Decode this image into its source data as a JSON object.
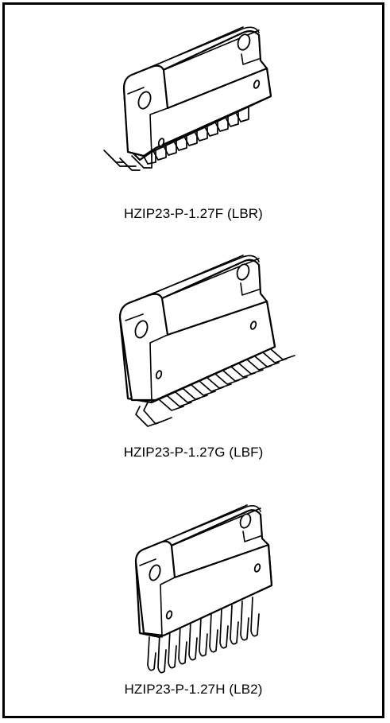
{
  "packages": [
    {
      "caption": "HZIP23-P-1.27F (LBR)"
    },
    {
      "caption": "HZIP23-P-1.27G (LBF)"
    },
    {
      "caption": "HZIP23-P-1.27H (LB2)"
    }
  ],
  "colors": {
    "border": "#000000",
    "background": "#ffffff"
  }
}
